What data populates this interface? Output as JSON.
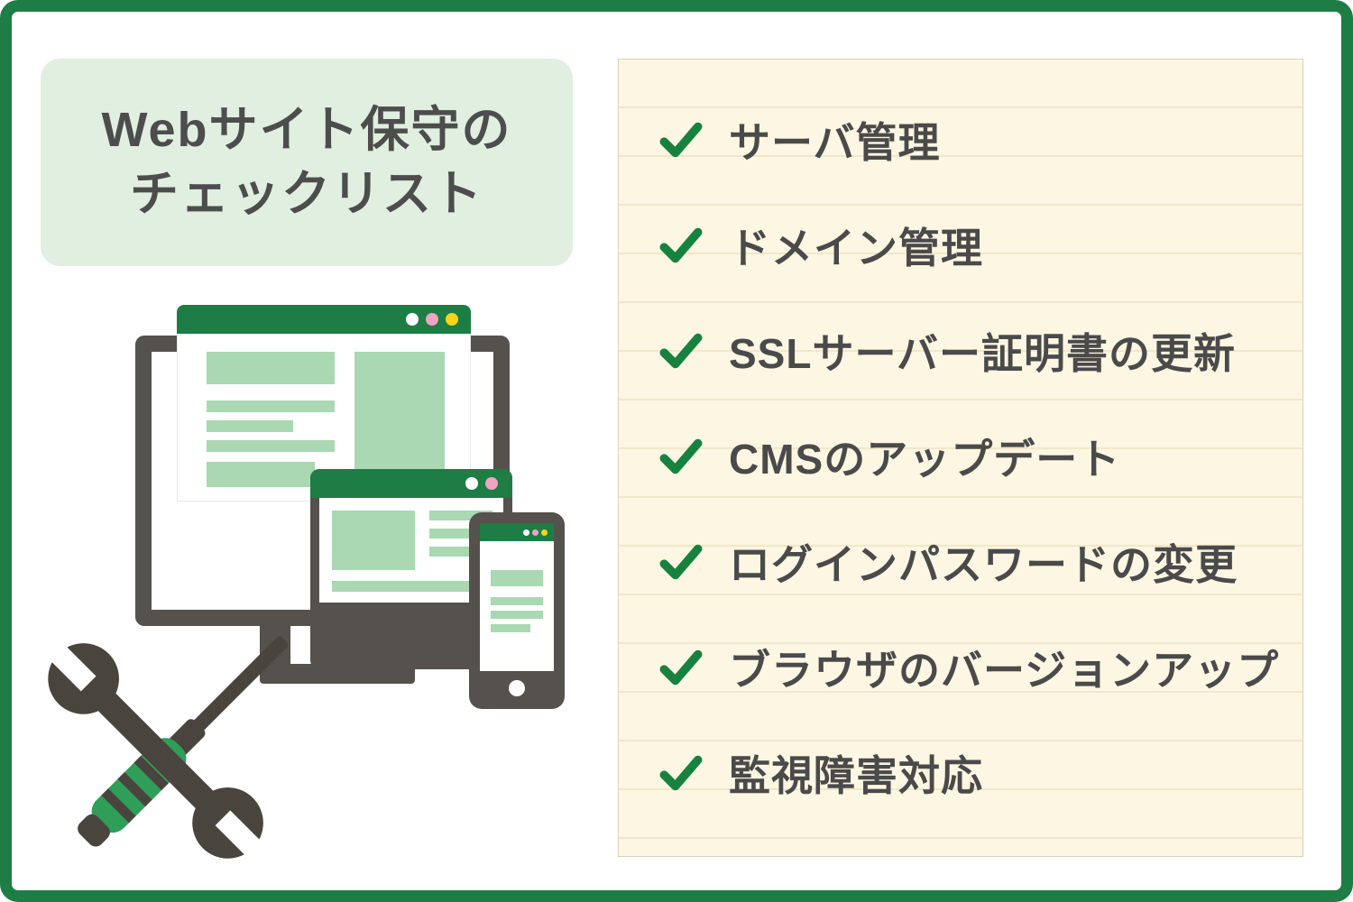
{
  "title": {
    "line1": "Webサイト保守の",
    "line2": "チェックリスト"
  },
  "checklist": {
    "items": [
      {
        "label": "サーバ管理"
      },
      {
        "label": "ドメイン管理"
      },
      {
        "label": "SSLサーバー証明書の更新"
      },
      {
        "label": "CMSのアップデート"
      },
      {
        "label": "ログインパスワードの変更"
      },
      {
        "label": "ブラウザのバージョンアップ"
      },
      {
        "label": "監視障害対応"
      }
    ]
  },
  "colors": {
    "frame_green": "#1d7d45",
    "title_box_bg": "#e0efe0",
    "title_text": "#4d4d4d",
    "panel_bg": "#fcf6e2",
    "panel_rule_line": "#f1e7ca",
    "check_green": "#17823f",
    "checklist_text": "#4a4a4a",
    "device_dark_gray": "#55514d",
    "device_header_green": "#1d7d45",
    "device_block_green": "#a9d8b2",
    "window_dot_white": "#ffffff",
    "window_dot_pink": "#f0a3c2",
    "window_dot_yellow": "#f7d417",
    "tool_dark": "#4a443e",
    "screwdriver_handle_green": "#2f9e58"
  }
}
